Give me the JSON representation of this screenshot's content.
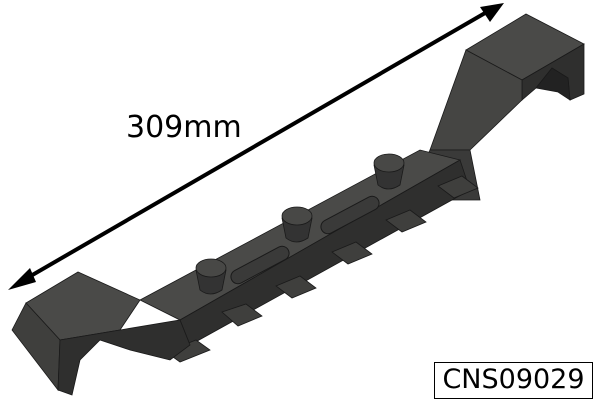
{
  "image": {
    "subject": "rail-bracket-part",
    "dimension_label": "309mm",
    "product_code": "CNS09029"
  },
  "colors": {
    "background": "#ffffff",
    "part_top": "#4a4a48",
    "part_side": "#2f2f2e",
    "part_face": "#3a3a39",
    "edge": "#1a1a1a",
    "arrow": "#000000"
  }
}
